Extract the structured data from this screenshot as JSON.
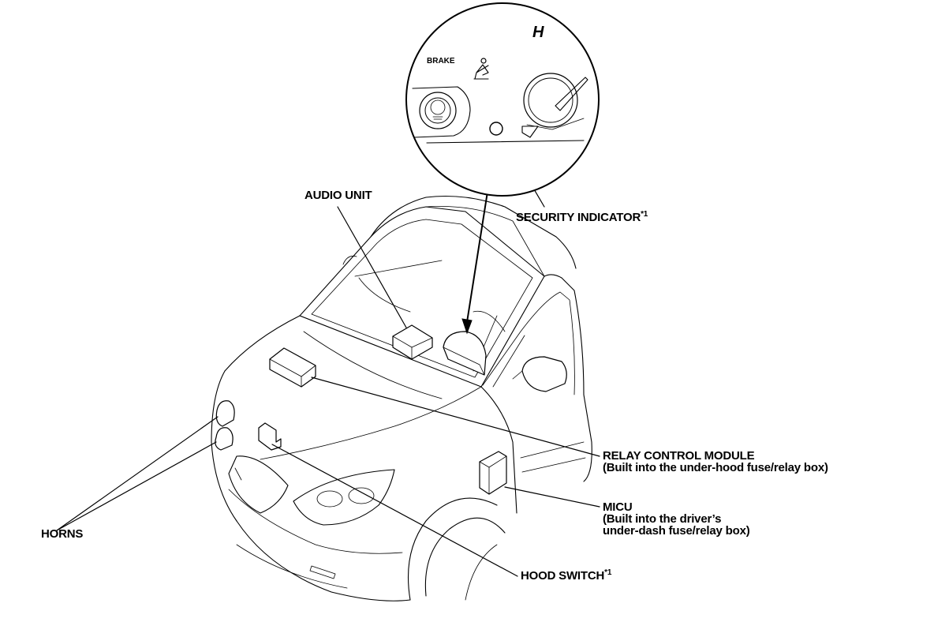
{
  "labels": {
    "audio_unit": "AUDIO UNIT",
    "security_indicator": "SECURITY INDICATOR",
    "security_indicator_note": "*1",
    "relay_control_module": "RELAY CONTROL MODULE",
    "relay_control_module_detail": "(Built into the under-hood fuse/relay box)",
    "micu": "MICU",
    "micu_detail_line1": "(Built into the driver’s",
    "micu_detail_line2": "under-dash fuse/relay box)",
    "horns": "HORNS",
    "hood_switch": "HOOD SWITCH",
    "hood_switch_note": "*1"
  },
  "inset": {
    "corner_letter": "H",
    "brake_label": "BRAKE"
  },
  "icons": {
    "seatbelt": "seatbelt-warning-icon"
  }
}
